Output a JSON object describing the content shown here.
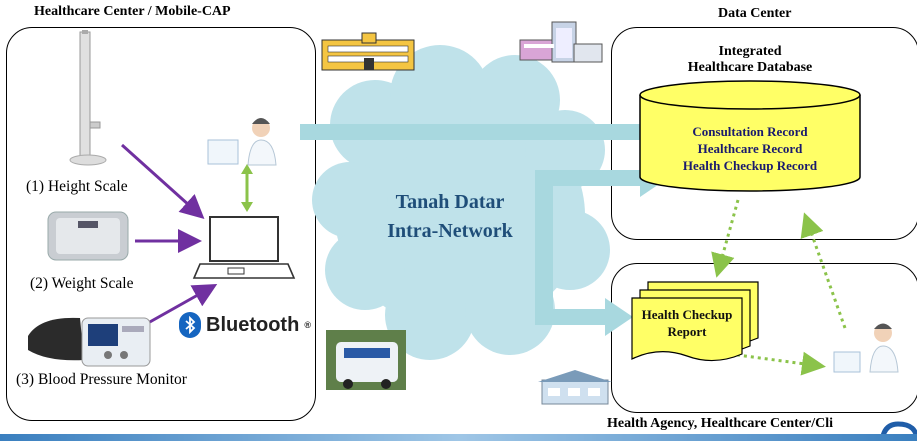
{
  "header": {
    "left_title": "Healthcare Center / Mobile-CAP",
    "right_title": "Data Center"
  },
  "devices": [
    {
      "label": "(1) Height Scale"
    },
    {
      "label": "(2) Weight Scale"
    },
    {
      "label": "(3) Blood Pressure Monitor"
    }
  ],
  "bluetooth": {
    "label": "Bluetooth",
    "mark": "®"
  },
  "network": {
    "line1": "Tanah Datar",
    "line2": "Intra-Network"
  },
  "database": {
    "title_line1": "Integrated",
    "title_line2": "Healthcare Database",
    "records": [
      "Consultation Record",
      "Healthcare Record",
      "Health Checkup Record"
    ]
  },
  "report": {
    "line1": "Health Checkup",
    "line2": "Report"
  },
  "footer": {
    "right_caption": "Health Agency, Healthcare Center/Cli"
  },
  "colors": {
    "purple_arrow": "#7030a0",
    "green_arrow": "#8bc34a",
    "cloud": "#bfe2ea",
    "network_text": "#1f4e79",
    "bluetooth_blue": "#1565c0"
  }
}
